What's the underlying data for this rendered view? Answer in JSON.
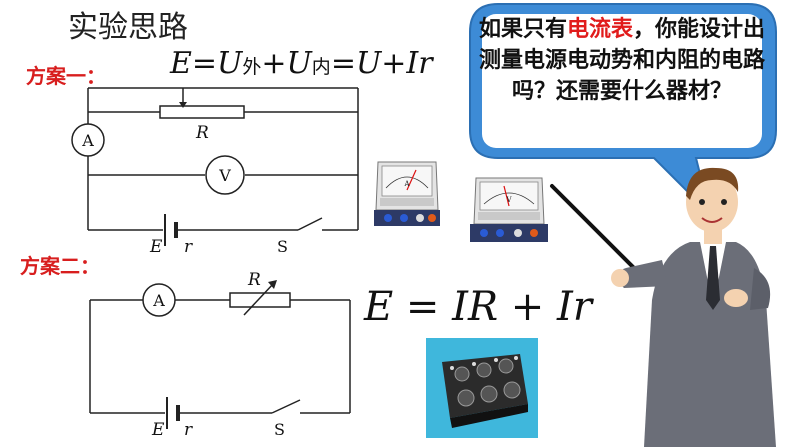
{
  "title": "实验思路",
  "plan1": {
    "label": "方案一："
  },
  "plan2": {
    "label": "方案二："
  },
  "equation1": {
    "E": "E",
    "eq": "=",
    "U": "U",
    "outer": "外",
    "plus": "+",
    "inner": "内",
    "rest": "=U+Ir"
  },
  "equation2": {
    "lhs": "E",
    "eq": " = ",
    "t1": "IR",
    "plus": " + ",
    "t2": "Ir"
  },
  "circuit1": {
    "ammeter": "A",
    "voltmeter": "V",
    "resistor": "R",
    "emf": "E",
    "r": "r",
    "switch": "S"
  },
  "circuit2": {
    "ammeter": "A",
    "resistor": "R",
    "emf": "E",
    "r": "r",
    "switch": "S"
  },
  "meters": {
    "ammeter_letter": "A",
    "voltmeter_letter": "V"
  },
  "bubble": {
    "part1": "如果只有",
    "highlight": "电流表",
    "part2": "，你能设计出测量电源电动势和内阻的电路吗？还需要什么器材？"
  },
  "colors": {
    "bubble": "#3d8bd6",
    "highlight": "#e11b1b",
    "plan_label": "#d81e1e"
  }
}
